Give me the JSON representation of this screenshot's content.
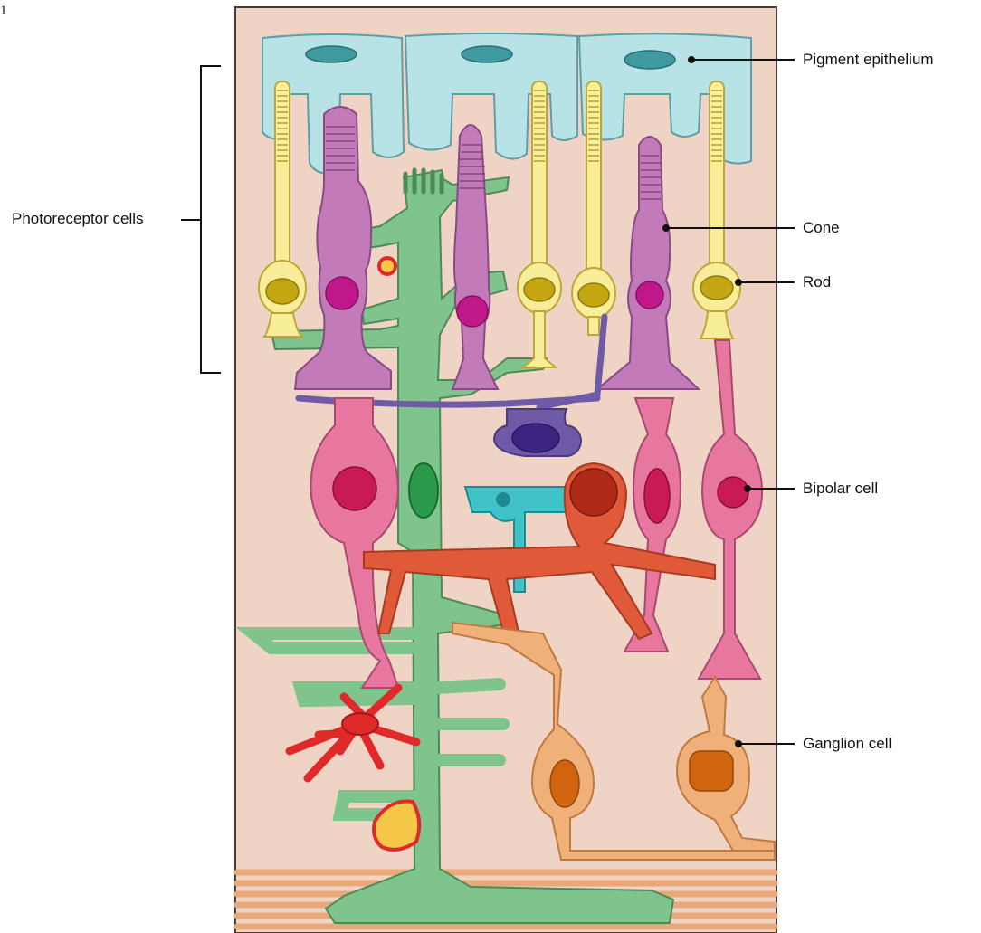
{
  "corner_mark": "1",
  "labels": {
    "photoreceptor_cells": "Photoreceptor cells",
    "pigment_epithelium": "Pigment epithelium",
    "cone": "Cone",
    "rod": "Rod",
    "bipolar_cell": "Bipolar cell",
    "ganglion_cell": "Ganglion cell"
  },
  "colors": {
    "tissue_background": "#efd4c6",
    "pigment_epithelium": "#b8e3e6",
    "pigment_nucleus": "#3f9aa0",
    "rod": "#f8ee9a",
    "rod_nucleus": "#c4a612",
    "cone": "#c27ab8",
    "cone_nucleus": "#c0188a",
    "muller_glia": "#7ec48c",
    "muller_nucleus": "#2a9a4a",
    "horizontal_cell": "#6f5aa8",
    "horizontal_nucleus": "#3b2580",
    "bipolar_cell": "#e7779e",
    "bipolar_nucleus": "#c81a55",
    "amacrine_cell_red": "#e05a3a",
    "amacrine_cell_cyan": "#3fc2c8",
    "ganglion_cell": "#f0b07a",
    "ganglion_nucleus": "#d0640f",
    "astrocyte": "#e02a2a",
    "nerve_fibers": "#e8a878"
  }
}
